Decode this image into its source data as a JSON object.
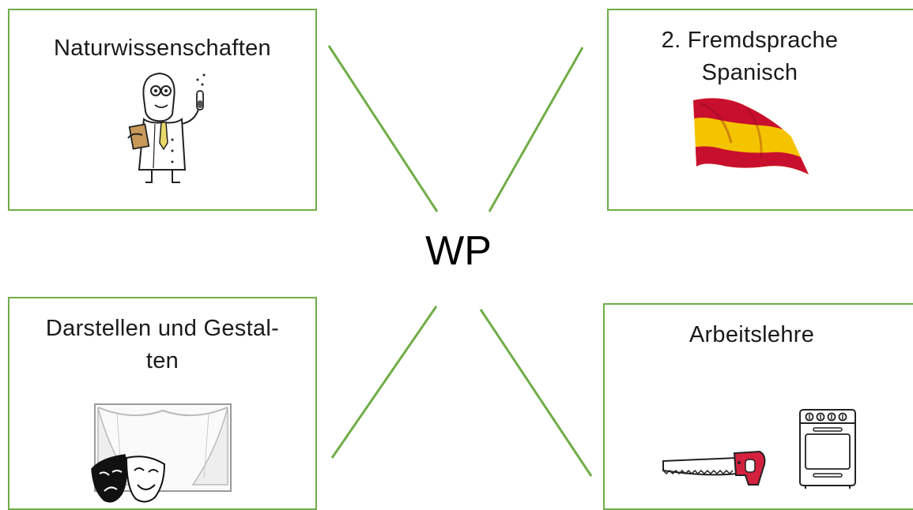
{
  "center": {
    "label": "WP"
  },
  "boxes": {
    "science": {
      "label": "Naturwissenschaften",
      "icon": "scientist-icon"
    },
    "spanish": {
      "label": "2. Fremdsprache\nSpanisch",
      "icon": "spanish-flag-icon"
    },
    "theater": {
      "label": "Darstellen und Gestal-\nten",
      "icon": "theater-masks-icon"
    },
    "work": {
      "label": "Arbeitslehre",
      "icon": "saw-icon"
    }
  },
  "colors": {
    "accent": "#70ad47",
    "flag_red": "#c8102e",
    "flag_yellow": "#f5c400"
  }
}
